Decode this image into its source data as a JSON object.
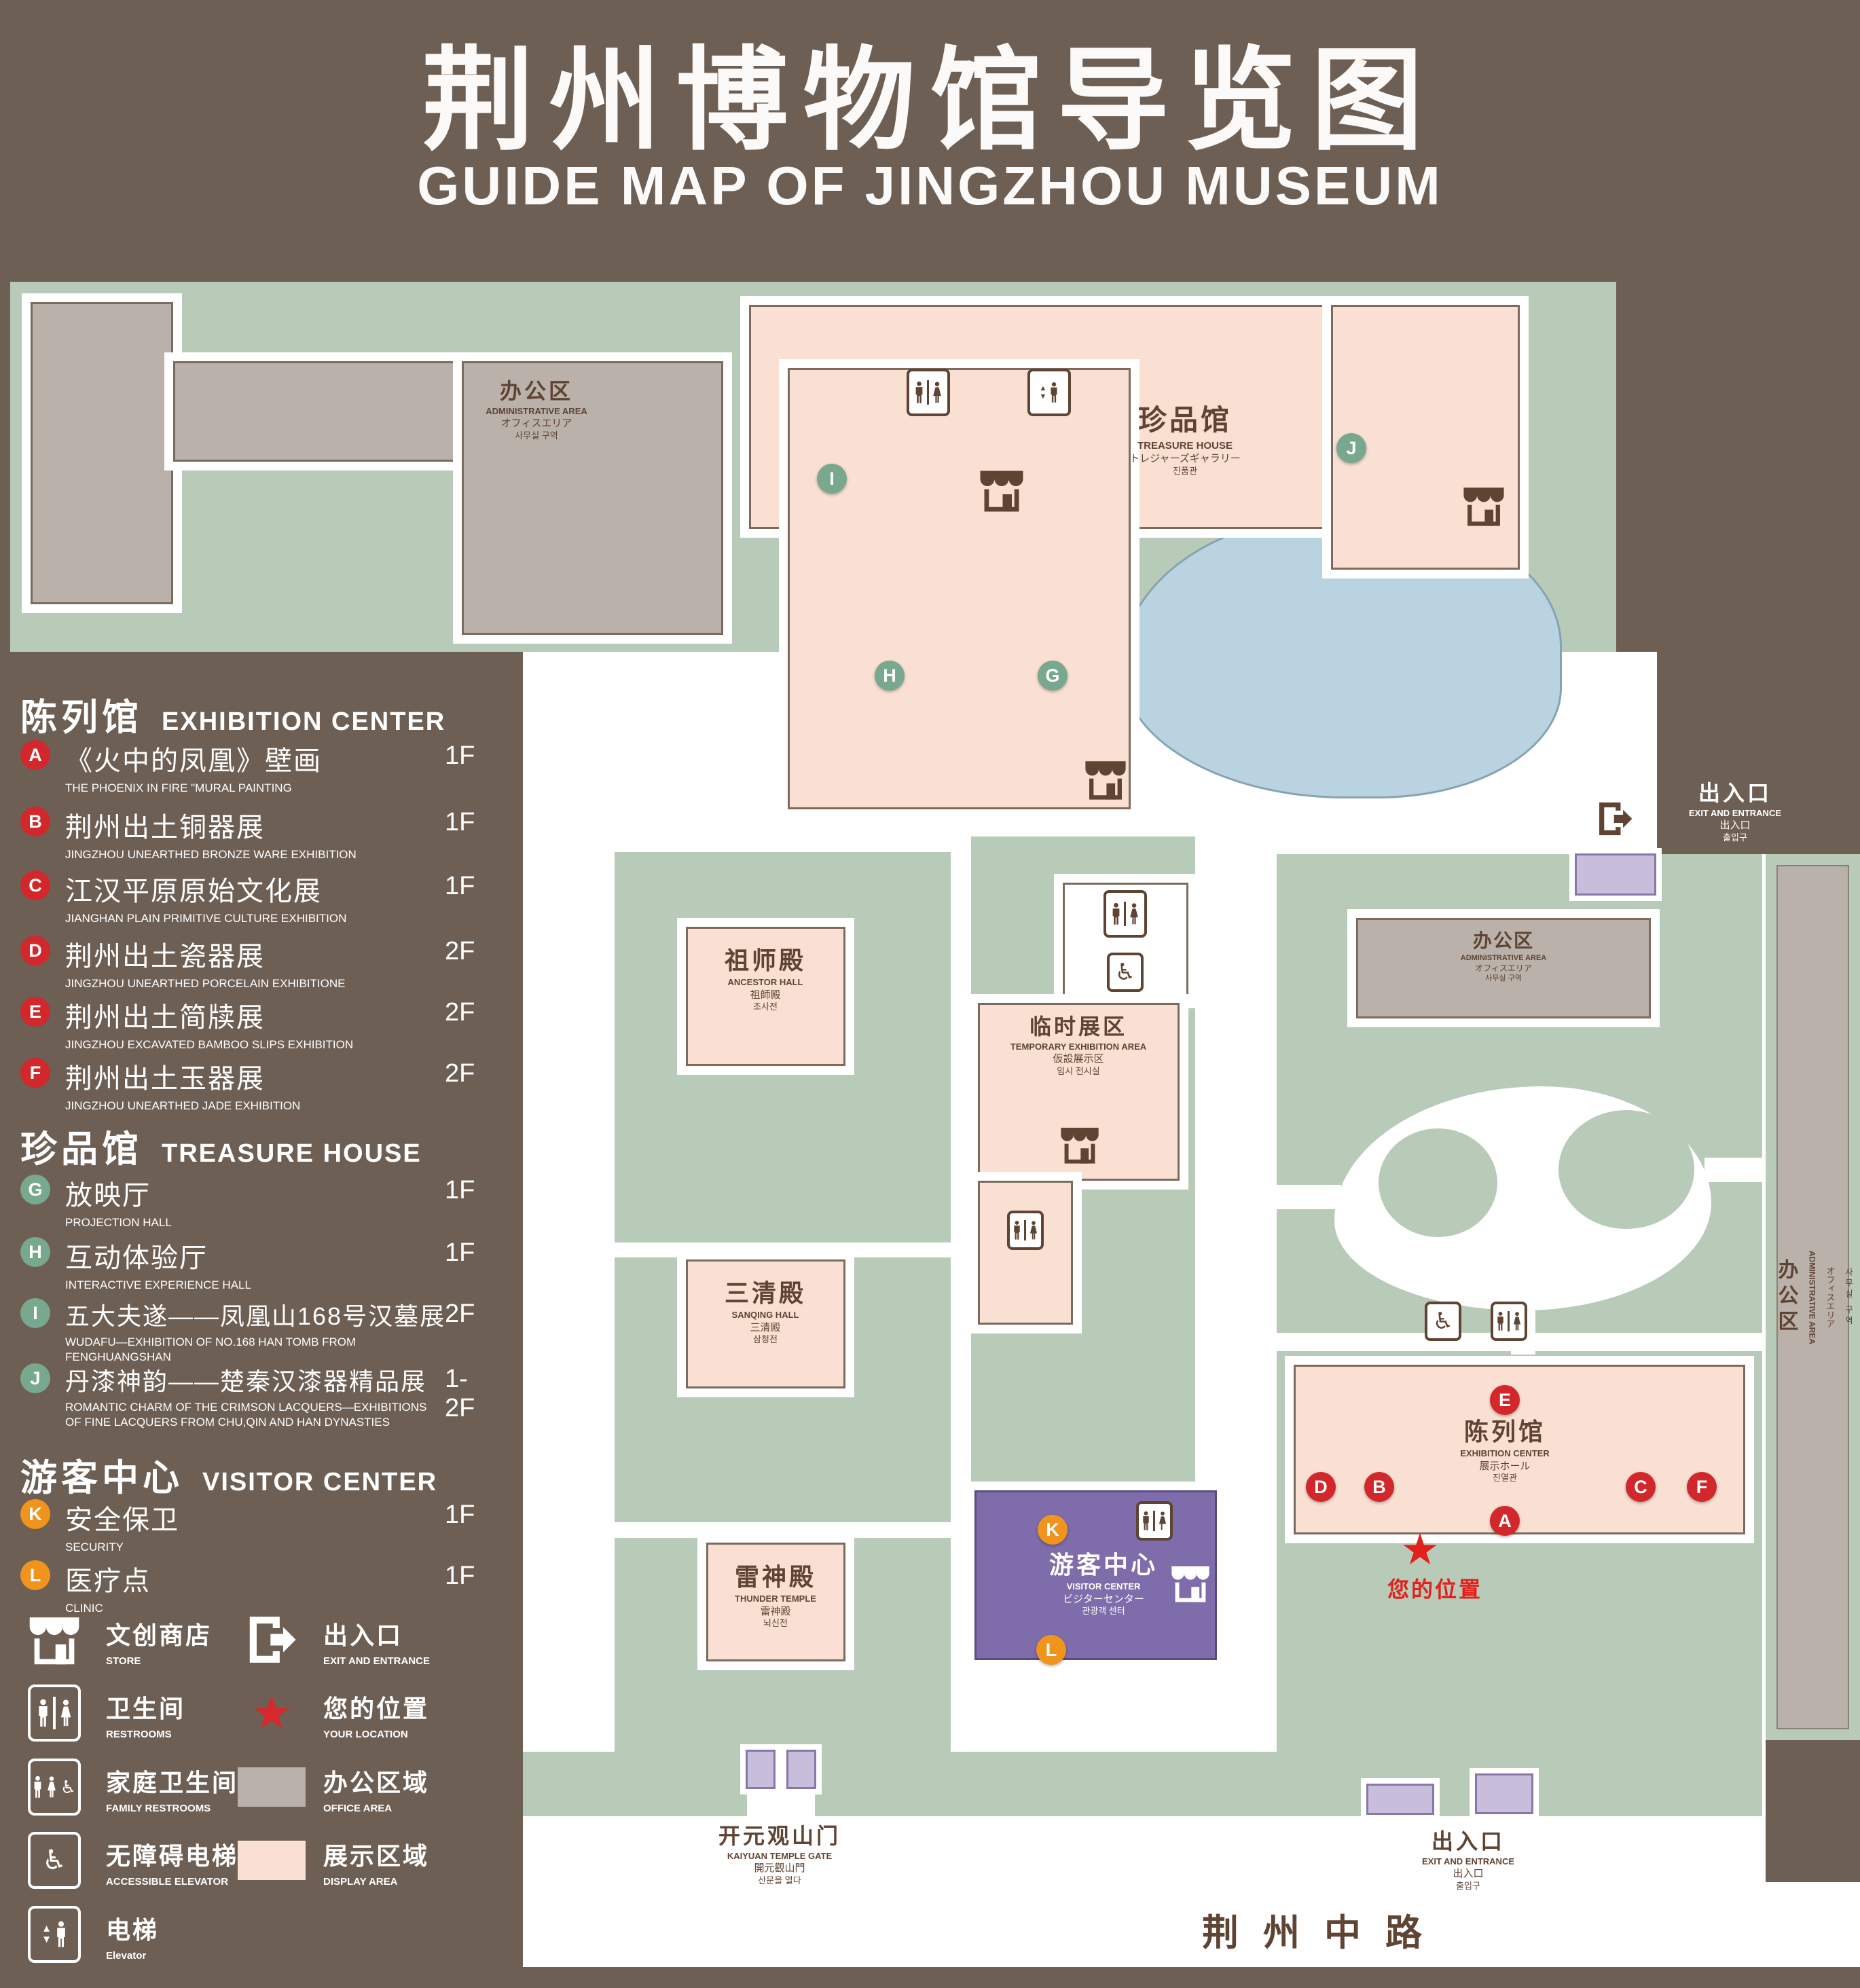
{
  "header": {
    "title_zh": "荆州博物馆导览图",
    "title_en": "GUIDE MAP OF JINGZHOU MUSEUM"
  },
  "legend": {
    "sections": [
      {
        "zh": "陈列馆",
        "en": "EXHIBITION CENTER"
      },
      {
        "zh": "珍品馆",
        "en": "TREASURE HOUSE"
      },
      {
        "zh": "游客中心",
        "en": "VISITOR CENTER"
      }
    ],
    "items": [
      {
        "letter": "A",
        "zh": "《火中的凤凰》壁画",
        "en": "THE PHOENIX IN FIRE \"MURAL PAINTING",
        "floor": "1F"
      },
      {
        "letter": "B",
        "zh": "荆州出土铜器展",
        "en": "JINGZHOU UNEARTHED BRONZE WARE EXHIBITION",
        "floor": "1F"
      },
      {
        "letter": "C",
        "zh": "江汉平原原始文化展",
        "en": "JIANGHAN PLAIN PRIMITIVE CULTURE EXHIBITION",
        "floor": "1F"
      },
      {
        "letter": "D",
        "zh": "荆州出土瓷器展",
        "en": "JINGZHOU UNEARTHED PORCELAIN EXHIBITIONE",
        "floor": "2F"
      },
      {
        "letter": "E",
        "zh": "荆州出土简牍展",
        "en": "JINGZHOU EXCAVATED BAMBOO SLIPS EXHIBITION",
        "floor": "2F"
      },
      {
        "letter": "F",
        "zh": "荆州出土玉器展",
        "en": "JINGZHOU UNEARTHED JADE EXHIBITION",
        "floor": "2F"
      },
      {
        "letter": "G",
        "zh": "放映厅",
        "en": "PROJECTION HALL",
        "floor": "1F"
      },
      {
        "letter": "H",
        "zh": "互动体验厅",
        "en": "INTERACTIVE EXPERIENCE HALL",
        "floor": "1F"
      },
      {
        "letter": "I",
        "zh": "五大夫遂——凤凰山168号汉墓展",
        "en": "WUDAFU—EXHIBITION OF NO.168 HAN TOMB FROM FENGHUANGSHAN",
        "floor": "2F"
      },
      {
        "letter": "J",
        "zh": "丹漆神韵——楚秦汉漆器精品展",
        "en": "ROMANTIC CHARM OF THE CRIMSON LACQUERS—EXHIBITIONS OF FINE LACQUERS FROM CHU,QIN AND HAN DYNASTIES",
        "floor": "1-2F"
      },
      {
        "letter": "K",
        "zh": "安全保卫",
        "en": "SECURITY",
        "floor": "1F"
      },
      {
        "letter": "L",
        "zh": "医疗点",
        "en": "CLINIC",
        "floor": "1F"
      }
    ],
    "symbols": [
      {
        "zh": "文创商店",
        "en": "STORE"
      },
      {
        "zh": "出入口",
        "en": "EXIT AND ENTRANCE"
      },
      {
        "zh": "卫生间",
        "en": "RESTROOMS"
      },
      {
        "zh": "您的位置",
        "en": "YOUR LOCATION"
      },
      {
        "zh": "家庭卫生间",
        "en": "FAMILY RESTROOMS"
      },
      {
        "zh": "办公区域",
        "en": "OFFICE AREA"
      },
      {
        "zh": "无障碍电梯",
        "en": "ACCESSIBLE ELEVATOR"
      },
      {
        "zh": "展示区域",
        "en": "DISPLAY AREA"
      },
      {
        "zh": "电梯",
        "en": "Elevator"
      }
    ]
  },
  "map": {
    "buildings": {
      "admin_top": {
        "zh": "办公区",
        "en": "ADMINISTRATIVE AREA",
        "ja": "オフィスエリア",
        "ko": "사무실 구역"
      },
      "treasure_house": {
        "zh": "珍品馆",
        "en": "TREASURE HOUSE",
        "ja": "トレジャーズギャラリー",
        "ko": "진품관"
      },
      "admin_right": {
        "zh": "办公区",
        "en": "ADMINISTRATIVE AREA",
        "ja": "オフィスエリア",
        "ko": "사무실 구역"
      },
      "admin_strip": {
        "zh": "办公区",
        "en": "ADMINISTRATIVE AREA",
        "ja": "オフィスエリア",
        "ko": "사무실 구역"
      },
      "ancestor_hall": {
        "zh": "祖师殿",
        "en": "ANCESTOR HALL",
        "ja": "祖師殿",
        "ko": "조사전"
      },
      "temporary_area": {
        "zh": "临时展区",
        "en": "TEMPORARY EXHIBITION AREA",
        "ja": "仮設展示区",
        "ko": "임시 전시실"
      },
      "sanqing_hall": {
        "zh": "三清殿",
        "en": "SANQING HALL",
        "ja": "三清殿",
        "ko": "삼청전"
      },
      "thunder_temple": {
        "zh": "雷神殿",
        "en": "THUNDER TEMPLE",
        "ja": "雷神殿",
        "ko": "뇌신전"
      },
      "visitor_center": {
        "zh": "游客中心",
        "en": "VISITOR CENTER",
        "ja": "ビジターセンター",
        "ko": "관광객 센터"
      },
      "exhibition_center": {
        "zh": "陈列馆",
        "en": "EXHIBITION CENTER",
        "ja": "展示ホール",
        "ko": "진열관"
      },
      "kaiyuan_gate": {
        "zh": "开元观山门",
        "en": "KAIYUAN TEMPLE GATE",
        "ja": "開元觀山門",
        "ko": "산문을 열다"
      },
      "exit_right": {
        "zh": "出入口",
        "en": "EXIT AND ENTRANCE",
        "ja": "出入口",
        "ko": "출입구"
      },
      "exit_bottom": {
        "zh": "出入口",
        "en": "EXIT AND ENTRANCE",
        "ja": "出入口",
        "ko": "출입구"
      }
    },
    "road": "荆州中路",
    "your_location": "您的位置",
    "markers": {
      "A": "A",
      "B": "B",
      "C": "C",
      "D": "D",
      "E": "E",
      "F": "F",
      "G": "G",
      "H": "H",
      "I": "I",
      "J": "J",
      "K": "K",
      "L": "L"
    }
  },
  "icons": {
    "star": "★",
    "wheelchair": "♿",
    "arrow_up": "▲",
    "arrow_down": "▼"
  },
  "colors": {
    "background": "#6d5f54",
    "lawn": "#b8cab8",
    "display_area": "#f9e0d3",
    "office_area": "#b9b1aa",
    "pond": "#b9d3e1",
    "visitor_center": "#7f6cab",
    "entrance": "#c9bddc",
    "marker_red": "#d2272b",
    "marker_green": "#78a88e",
    "marker_orange": "#f0941e",
    "map_text": "#5f4433",
    "location_red": "#e2211c"
  }
}
